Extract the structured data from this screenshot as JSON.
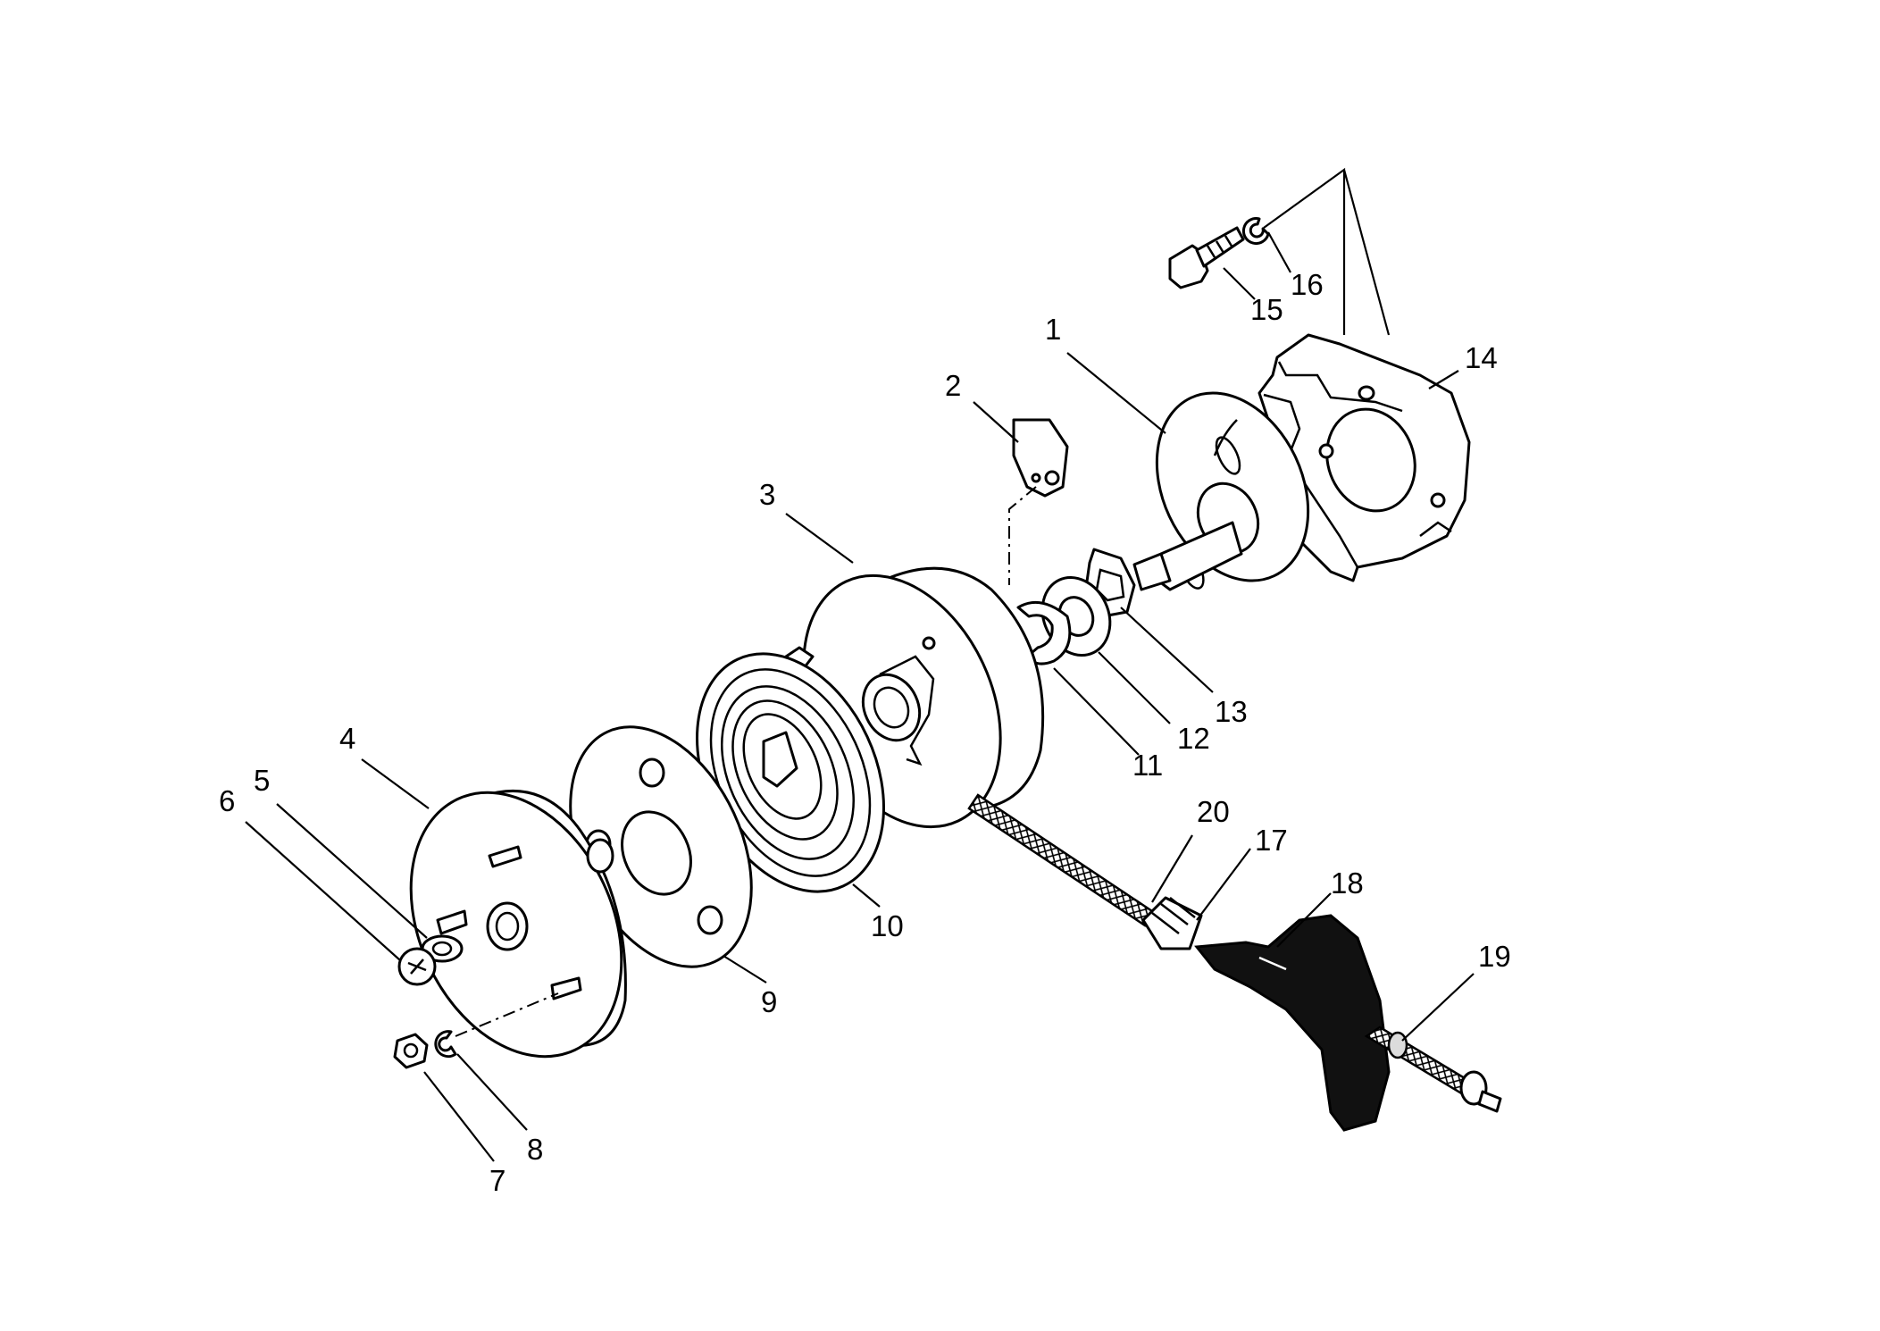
{
  "diagram": {
    "labels": [
      {
        "id": "p1",
        "text": "1"
      },
      {
        "id": "p2",
        "text": "2"
      },
      {
        "id": "p3",
        "text": "3"
      },
      {
        "id": "p4",
        "text": "4"
      },
      {
        "id": "p5",
        "text": "5"
      },
      {
        "id": "p6",
        "text": "6"
      },
      {
        "id": "p7",
        "text": "7"
      },
      {
        "id": "p8",
        "text": "8"
      },
      {
        "id": "p9",
        "text": "9"
      },
      {
        "id": "p10",
        "text": "10"
      },
      {
        "id": "p11",
        "text": "11"
      },
      {
        "id": "p12",
        "text": "12"
      },
      {
        "id": "p13",
        "text": "13"
      },
      {
        "id": "p14",
        "text": "14"
      },
      {
        "id": "p15",
        "text": "15"
      },
      {
        "id": "p16",
        "text": "16"
      },
      {
        "id": "p17",
        "text": "17"
      },
      {
        "id": "p18",
        "text": "18"
      },
      {
        "id": "p19",
        "text": "19"
      },
      {
        "id": "p20",
        "text": "20"
      }
    ]
  }
}
